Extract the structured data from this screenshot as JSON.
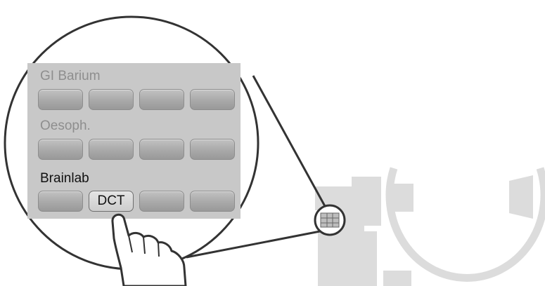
{
  "groups": [
    {
      "label": "GI Barium",
      "buttons": [
        "",
        "",
        "",
        ""
      ],
      "active": false
    },
    {
      "label": "Oesoph.",
      "buttons": [
        "",
        "",
        "",
        ""
      ],
      "active": false
    },
    {
      "label": "Brainlab",
      "buttons": [
        "",
        "DCT",
        "",
        ""
      ],
      "active": true,
      "selected_index": 1
    }
  ],
  "colors": {
    "panel": "#c8c8c8",
    "device": "#dcdcdc",
    "outline": "#333333"
  }
}
